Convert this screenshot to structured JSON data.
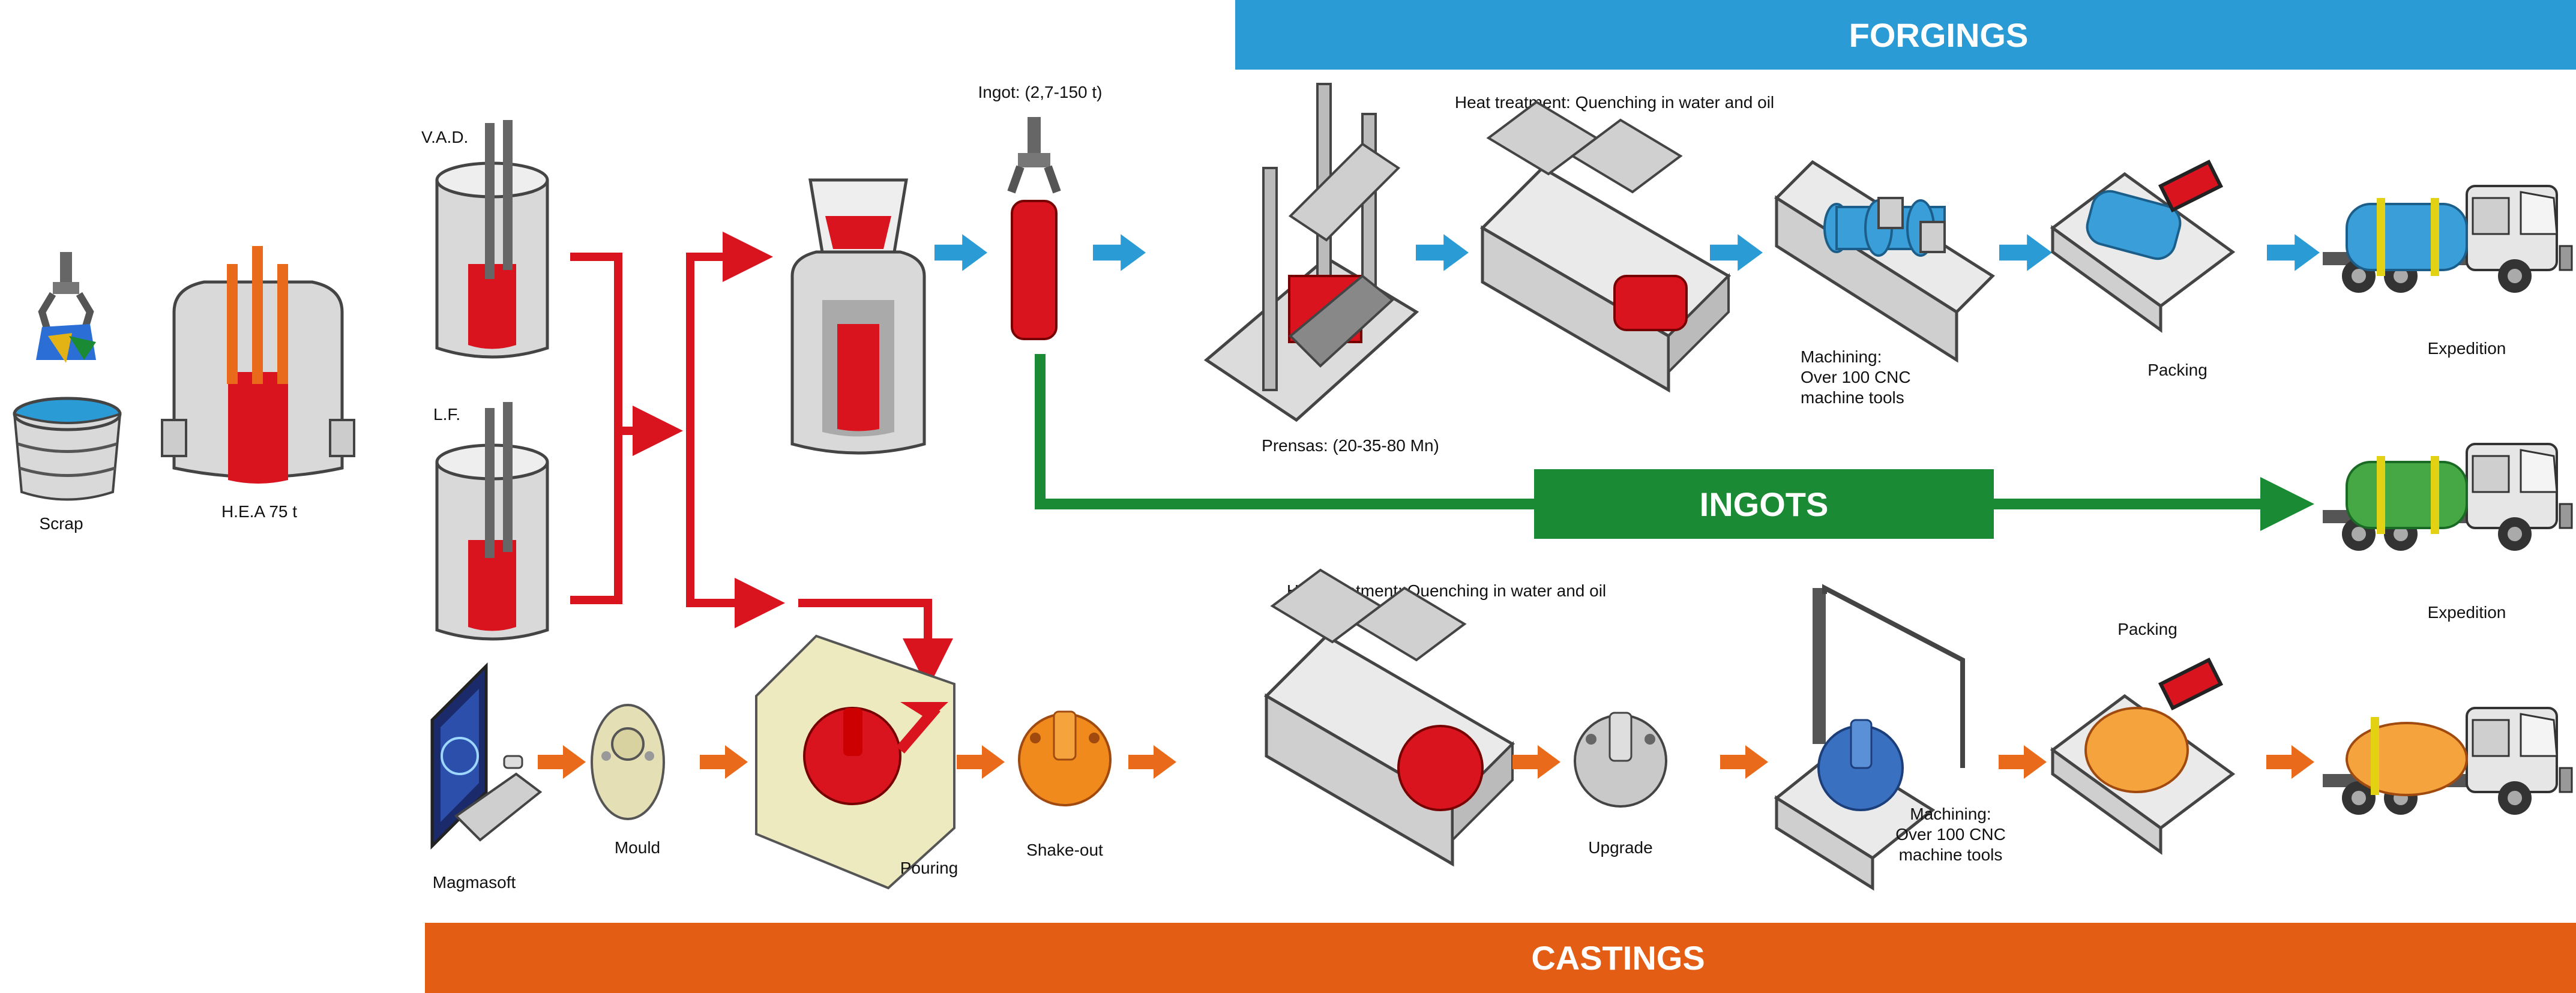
{
  "banners": {
    "forgings": "FORGINGS",
    "ingots": "INGOTS",
    "castings": "CASTINGS"
  },
  "labels": {
    "scrap": "Scrap",
    "hea": "H.E.A 75 t",
    "vad": "V.A.D.",
    "lf": "L.F.",
    "ingot": "Ingot: (2,7-150 t)",
    "heat_treatment_top": "Heat treatment: Quenching in water and oil",
    "prensas": "Prensas: (20-35-80 Mn)",
    "machining_top": [
      "Machining:",
      "Over 100 CNC",
      "machine tools"
    ],
    "packing_top": "Packing",
    "expedition_top": "Expedition",
    "expedition_mid": "Expedition",
    "heat_treatment_bottom": "Heat treatment: Quenching in water and oil",
    "packing_bottom": "Packing",
    "machining_bottom": [
      "Machining:",
      "Over 100 CNC",
      "machine tools"
    ],
    "magmasoft": "Magmasoft",
    "mould": "Mould",
    "pouring": "Pouring",
    "shakeout": "Shake-out",
    "upgrade": "Upgrade"
  },
  "colors": {
    "forgings_banner": "#2b9bd6",
    "ingots_banner": "#1a8a35",
    "castings_banner": "#e35d15",
    "molten_red": "#d9141e",
    "arrow_blue": "#2b9bd6",
    "arrow_orange": "#e86a1a",
    "arrow_red": "#d9141e",
    "arrow_green": "#1a8a35",
    "machine_grey": "#bfbfbf",
    "part_blue": "#3a9fd8",
    "part_orange": "#f08a1c",
    "tank_green": "#45a845"
  },
  "icons": [
    "claw-crane-icon",
    "scrap-bucket-icon",
    "arc-furnace-icon",
    "ladle-icon",
    "ingot-mould-icon",
    "gripped-ingot-icon",
    "forging-press-icon",
    "heat-treatment-furnace-icon",
    "lathe-icon",
    "packing-icon",
    "truck-icon",
    "computer-icon",
    "mould-icon",
    "pouring-box-icon",
    "casting-icon",
    "machining-center-icon"
  ]
}
